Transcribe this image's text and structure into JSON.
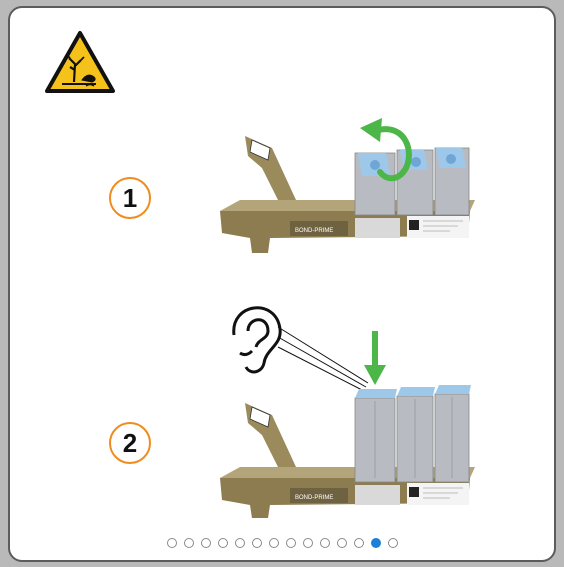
{
  "steps": [
    {
      "number": "1",
      "tray_label": "BOND-PRIME"
    },
    {
      "number": "2",
      "tray_label": "BOND-PRIME"
    }
  ],
  "carousel": {
    "total": 14,
    "active_index": 12
  },
  "colors": {
    "accent": "#f08c1e",
    "arrow": "#4cb648",
    "active_dot": "#1a7fd6",
    "tray": "#9a8a5c"
  },
  "icons": [
    "environmental-hazard-icon",
    "rotate-arrow-icon",
    "press-down-arrow-icon",
    "ear-icon"
  ]
}
